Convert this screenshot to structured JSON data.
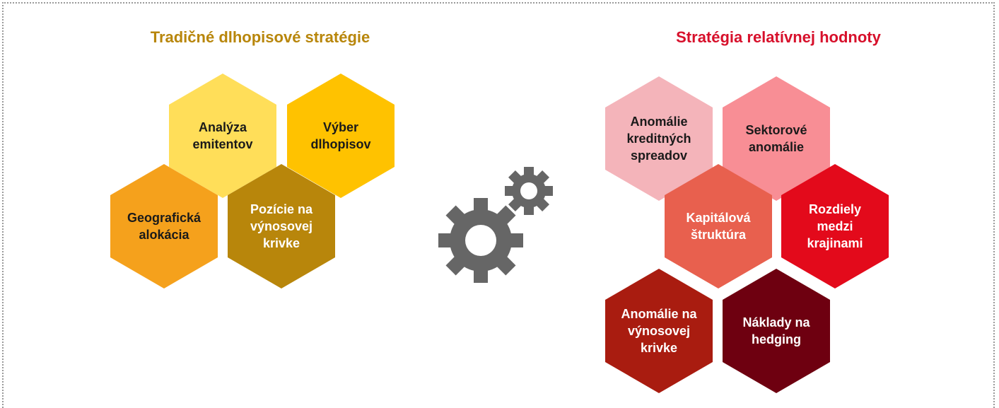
{
  "left_group": {
    "title": "Tradičné dlhopisové stratégie",
    "title_color": "#B8860B",
    "hexagons": [
      {
        "label": "Analýza\nemitentov",
        "color": "#FFDE59"
      },
      {
        "label": "Výber\ndlhopisov",
        "color": "#FFC200"
      },
      {
        "label": "Geografická\nalokácia",
        "color": "#F5A11C"
      },
      {
        "label": "Pozície na\nvýnosovej\nkrivke",
        "color": "#B8860B"
      }
    ]
  },
  "right_group": {
    "title": "Stratégia relatívnej hodnoty",
    "title_color": "#D7102B",
    "hexagons": [
      {
        "label": "Anomálie\nkreditných\nspreadov",
        "color": "#F4B4BA"
      },
      {
        "label": "Sektorové\nanomálie",
        "color": "#F88E95"
      },
      {
        "label": "Kapitálová\nštruktúra",
        "color": "#E8604E"
      },
      {
        "label": "Rozdiely\nmedzi\nkrajinami",
        "color": "#E30A1B"
      },
      {
        "label": "Anomálie na\nvýnosovej\nkrivke",
        "color": "#A91C10"
      },
      {
        "label": "Náklady na\nhedging",
        "color": "#6E0010"
      }
    ]
  },
  "center": {
    "icon": "gears-icon",
    "color": "#666666"
  }
}
